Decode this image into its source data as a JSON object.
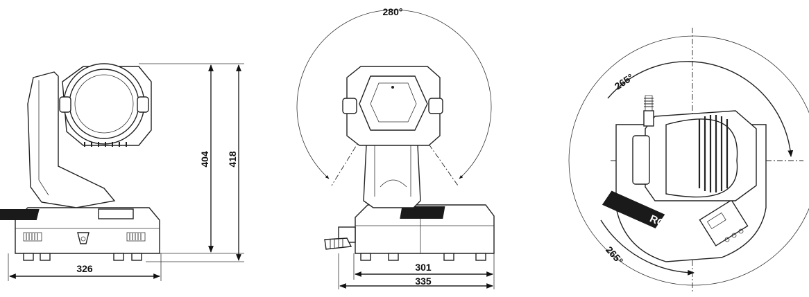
{
  "views": {
    "side": {
      "name": "side-view",
      "height_main": "404",
      "height_total": "418",
      "width": "326"
    },
    "front": {
      "name": "front-view",
      "tilt_angle": "280°",
      "width_body": "301",
      "width_total": "335"
    },
    "top": {
      "name": "top-view",
      "pan_angle_top": "265°",
      "pan_angle_bottom": "265°"
    }
  },
  "brand_logo": "ROBE"
}
